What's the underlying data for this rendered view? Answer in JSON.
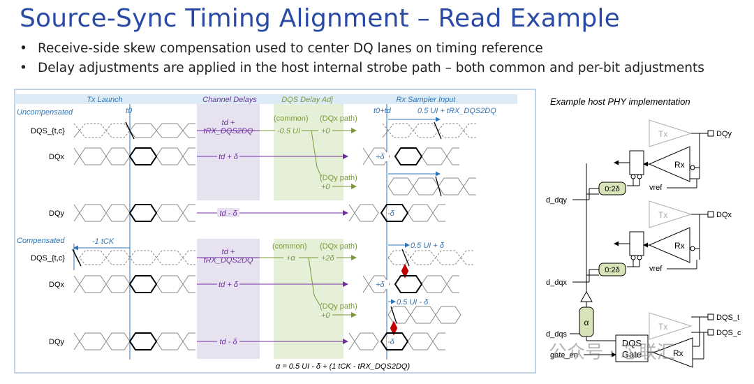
{
  "title": "Source-Sync Timing Alignment – Read Example",
  "bullets": [
    "Receive-side skew compensation used to center DQ lanes on timing reference",
    "Delay adjustments are applied in the host internal strobe path – both common and per-bit adjustments"
  ],
  "timing": {
    "headers": {
      "tx": "Tx Launch",
      "channel": "Channel Delays",
      "dqs_adj": "DQS Delay Adj",
      "rx": "Rx Sampler Input"
    },
    "uncompensated": {
      "label": "Uncompensated",
      "t0": "t0",
      "t0_td": "t0+td",
      "ui_note": "0.5 UI + tRX_DQS2DQ",
      "sig_dqs": "DQS_{t,c}",
      "sig_dqx": "DQx",
      "sig_dqy": "DQy",
      "ch_td1": "td +",
      "ch_td2": "tRX_DQS2DQ",
      "ch_dqx": "td + δ",
      "ch_dqy": "td - δ",
      "common": "(common)",
      "common_val": "-0.5 UI",
      "dqx_path": "(DQx path)",
      "dqx_val": "+0",
      "dqy_path": "(DQy path)",
      "dqy_val": "+0",
      "plus_delta": "+δ",
      "minus_delta": "-δ"
    },
    "compensated": {
      "label": "Compensated",
      "tck": "-1 tCK",
      "ui_note1": "0.5 UI + δ",
      "ui_note2": "0.5 UI - δ",
      "sig_dqs": "DQS_{t,c}",
      "sig_dqx": "DQx",
      "sig_dqy": "DQy",
      "ch_td1": "td +",
      "ch_td2": "tRX_DQS2DQ",
      "ch_dqx": "td + δ",
      "ch_dqy": "td - δ",
      "common": "(common)",
      "common_val": "+α",
      "dqx_path": "(DQx path)",
      "dqx_val": "+2δ",
      "dqy_path": "(DQy path)",
      "dqy_val": "+0",
      "plus_delta": "+δ",
      "minus_delta": "-δ"
    },
    "formula": "α = 0.5 UI - δ + (1 tCK - tRX_DQS2DQ)"
  },
  "phy": {
    "title": "Example host PHY implementation",
    "tx": "Tx",
    "rx": "Rx",
    "vref": "vref",
    "pin_dqy": "DQy",
    "pin_dqx": "DQx",
    "pin_dqs_t": "DQS_t",
    "pin_dqs_c": "DQS_c",
    "d_dqy": "d_dqy",
    "d_dqx": "d_dqx",
    "d_dqs": "d_dqs",
    "gate_en": "gate_en",
    "delay": "0:2δ",
    "alpha": "α",
    "dqs_gate1": "DQS",
    "dqs_gate2": "Gate"
  },
  "watermark": "公众号 · 芯联汇",
  "colors": {
    "title": "#2b4aa6",
    "purple": "#7030a0",
    "green": "#7a9a3a",
    "blue": "#2e75b6",
    "red": "#c00000"
  }
}
